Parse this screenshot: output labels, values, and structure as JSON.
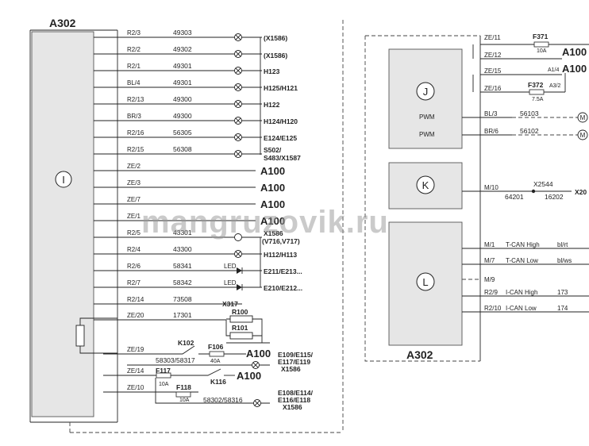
{
  "left_module": {
    "title": "A302",
    "id": "I",
    "rows": [
      {
        "pin": "R2/3",
        "wire": "49303",
        "dest": "(X1586)"
      },
      {
        "pin": "R2/2",
        "wire": "49302",
        "dest": "(X1586)"
      },
      {
        "pin": "R2/1",
        "wire": "49301",
        "dest": "H123"
      },
      {
        "pin": "BL/4",
        "wire": "49301",
        "dest": "H125/H121"
      },
      {
        "pin": "R2/13",
        "wire": "49300",
        "dest": "H122"
      },
      {
        "pin": "BR/3",
        "wire": "49300",
        "dest": "H124/H120"
      },
      {
        "pin": "R2/16",
        "wire": "56305",
        "dest": "E124/E125"
      },
      {
        "pin": "R2/15",
        "wire": "56308",
        "dest": "S502/",
        "dest2": "S483/X1587"
      },
      {
        "pin": "ZE/2",
        "wire": "",
        "dest": "A100"
      },
      {
        "pin": "ZE/3",
        "wire": "",
        "dest": "A100"
      },
      {
        "pin": "ZE/7",
        "wire": "",
        "dest": "A100"
      },
      {
        "pin": "ZE/1",
        "wire": "",
        "dest": "A100"
      },
      {
        "pin": "R2/5",
        "wire": "43301",
        "dest": "X1586",
        "dest2": "(V716,V717)"
      },
      {
        "pin": "R2/4",
        "wire": "43300",
        "dest": "H112/H113"
      },
      {
        "pin": "R2/6",
        "wire": "58341",
        "dest": "E211/E213...",
        "led": "LED"
      },
      {
        "pin": "R2/7",
        "wire": "58342",
        "dest": "E210/E212...",
        "led": "LED"
      },
      {
        "pin": "R2/14",
        "wire": "73508",
        "dest": "X317"
      },
      {
        "pin": "ZE/20",
        "wire": "17301",
        "dest": ""
      }
    ],
    "resistors": [
      "R100",
      "R101"
    ],
    "lower": {
      "ze19": "ZE/19",
      "ze14": "ZE/14",
      "ze10": "ZE/10",
      "k102": "K102",
      "k116": "K116",
      "f106": "F106",
      "f106_rating": "40A",
      "f117": "F117",
      "f117_rating": "10A",
      "f118": "F118",
      "f118_rating": "10A",
      "wire_a": "58303/58317",
      "wire_b": "58302/58316",
      "a100_1": "A100",
      "a100_2": "A100",
      "dest_a1": "E109/E115/",
      "dest_a2": "E117/E119",
      "dest_a3": "X1586",
      "dest_b1": "E108/E114/",
      "dest_b2": "E116/E118",
      "dest_b3": "X1586"
    }
  },
  "right_module": {
    "title": "A302",
    "block_j": "J",
    "block_k": "K",
    "block_l": "L",
    "pins_top": [
      {
        "pin": "ZE/11",
        "fuse": "F371",
        "rating": "10A"
      },
      {
        "pin": "ZE/12",
        "dest": "A100"
      },
      {
        "pin": "ZE/15",
        "dest": "A100",
        "note": "A1/4"
      },
      {
        "pin": "ZE/16",
        "fuse": "F372",
        "rating": "7.5A",
        "note": "A3/2"
      }
    ],
    "pwm": [
      {
        "label": "PWM",
        "pin": "BL/3",
        "wire": "56103",
        "motor": "M"
      },
      {
        "label": "PWM",
        "pin": "BR/6",
        "wire": "56102",
        "motor": "M"
      }
    ],
    "k_pin": "M/10",
    "k_conn": "X2544",
    "k_wire_a": "64201",
    "k_wire_b": "16202",
    "k_dest": "X20",
    "can": [
      {
        "pin": "M/1",
        "label": "T-CAN High",
        "color": "bl/rt"
      },
      {
        "pin": "M/7",
        "label": "T-CAN Low",
        "color": "bl/ws"
      },
      {
        "pin": "M/9",
        "label": "",
        "color": ""
      },
      {
        "pin": "R2/9",
        "label": "I-CAN High",
        "color": "173"
      },
      {
        "pin": "R2/10",
        "label": "I-CAN Low",
        "color": "174"
      }
    ]
  },
  "watermark": "mangruzovik.ru"
}
